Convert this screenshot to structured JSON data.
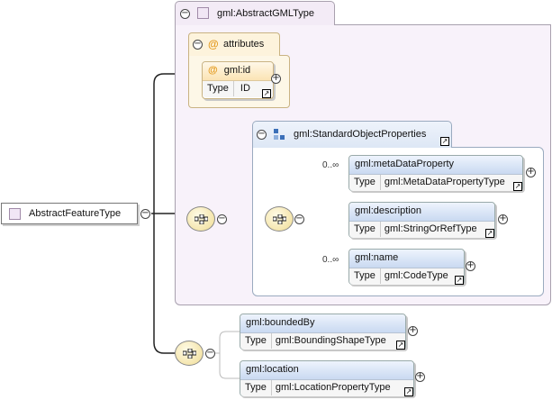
{
  "root": {
    "label": "AbstractFeatureType"
  },
  "base_type": {
    "label": "gml:AbstractGMLType"
  },
  "attributes": {
    "label": "attributes",
    "icon": "@",
    "items": [
      {
        "name": "gml:id",
        "icon": "@",
        "type_key": "Type",
        "type_value": "ID"
      }
    ]
  },
  "group": {
    "label": "gml:StandardObjectProperties"
  },
  "group_elements": [
    {
      "occurrence": "0..∞",
      "name": "gml:metaDataProperty",
      "type_key": "Type",
      "type_value": "gml:MetaDataPropertyType"
    },
    {
      "occurrence": "",
      "name": "gml:description",
      "type_key": "Type",
      "type_value": "gml:StringOrRefType"
    },
    {
      "occurrence": "0..∞",
      "name": "gml:name",
      "type_key": "Type",
      "type_value": "gml:CodeType"
    }
  ],
  "extension_elements": [
    {
      "name": "gml:boundedBy",
      "type_key": "Type",
      "type_value": "gml:BoundingShapeType"
    },
    {
      "name": "gml:location",
      "type_key": "Type",
      "type_value": "gml:LocationPropertyType"
    }
  ],
  "colors": {
    "base_box": "#f8f2fa",
    "attributes_box": "#fdf7e7",
    "element_header": "#c9d9f1",
    "connector": "#222222"
  }
}
